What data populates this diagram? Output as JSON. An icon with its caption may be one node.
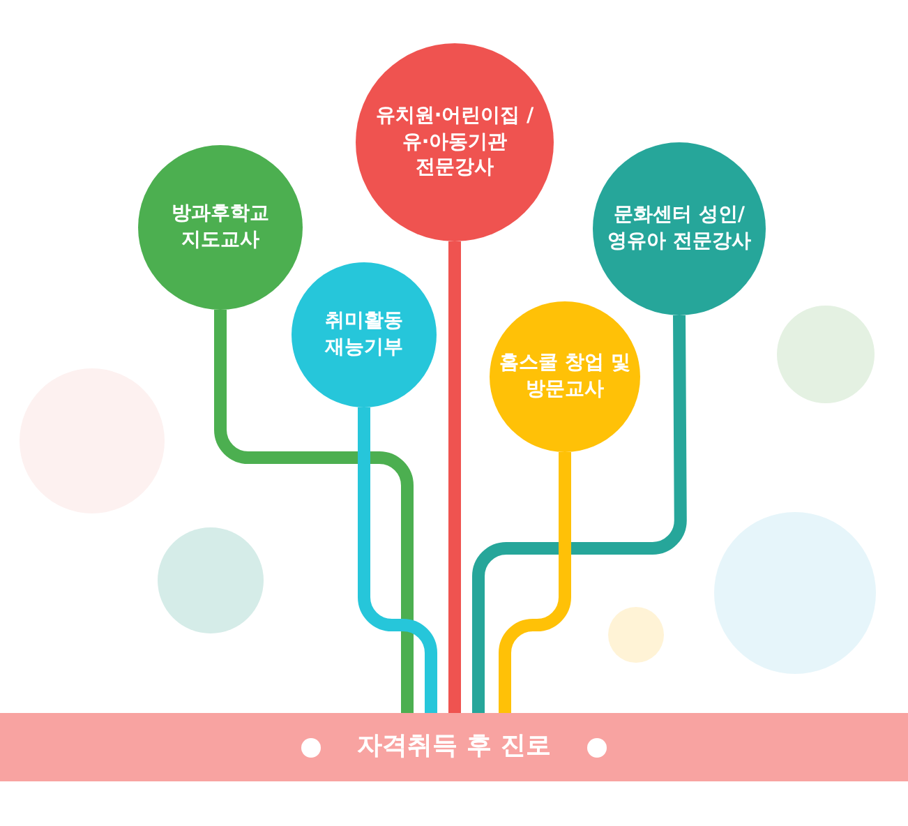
{
  "diagram": {
    "nodes": [
      {
        "text": [
          "자격취득 후 진로"
        ]
      },
      {
        "text": [
          "방과후학교 지도교사"
        ]
      },
      {
        "text": [
          "취미활동 재능기부"
        ]
      },
      {
        "text": [
          "유치원·어린이집 / 유·아동기관 전문강사"
        ]
      },
      {
        "text": [
          "홈스쿨 창업 및 방문교사"
        ]
      },
      {
        "text": [
          "문화센터 성인/영유아 전문강사"
        ]
      }
    ],
    "edges": [
      {
        "from": 1,
        "to": 0,
        "arrow": "none",
        "color": "#4caf50"
      },
      {
        "from": 2,
        "to": 0,
        "arrow": "none",
        "color": "#26c6da"
      },
      {
        "from": 3,
        "to": 0,
        "arrow": "none",
        "color": "#ef5350"
      },
      {
        "from": 5,
        "to": 0,
        "arrow": "none",
        "color": "#26a69a"
      },
      {
        "from": 4,
        "to": 0,
        "arrow": "none",
        "color": "#ffc107"
      }
    ]
  }
}
